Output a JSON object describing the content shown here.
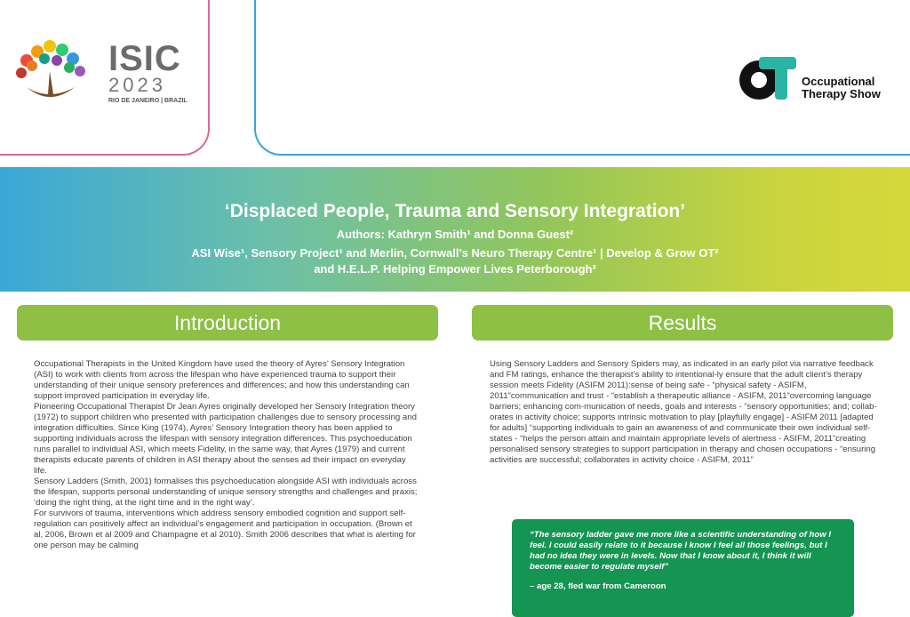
{
  "logos": {
    "isic_title": "ISIC",
    "isic_year": "2023",
    "isic_city": "RIO DE JANEIRO | BRAZIL",
    "ot_line1": "Occupational",
    "ot_line2": "Therapy Show"
  },
  "banner": {
    "title": "‘Displaced People, Trauma and Sensory Integration’",
    "authors": "Authors: Kathryn Smith¹ and Donna Guest²",
    "affiliation_line1": "ASI Wise¹, Sensory Project¹ and Merlin, Cornwall’s Neuro Therapy Centre¹ | Develop & Grow OT²",
    "affiliation_line2": "and H.E.L.P. Helping Empower Lives Peterborough²"
  },
  "introduction": {
    "heading": "Introduction",
    "paragraphs": [
      "Occupational Therapists in the United Kingdom have used the theory of Ayres’ Sensory Integration (ASI) to work with clients from across the lifespan who have experienced trauma to support their understanding of their unique sensory preferences and differences; and how this understanding can support improved participation in everyday life.",
      "Pioneering Occupational Therapist Dr Jean Ayres originally developed her Sensory Integration theory (1972) to support children who presented with participation challenges due to sensory processing and integration difficulties. Since King (1974), Ayres’ Sensory Integration theory has been applied to supporting individuals across the lifespan with sensory integration differences. This psychoeducation runs parallel to individual ASI, which meets Fidelity, in the same way, that Ayres (1979) and current therapists educate parents of children in ASI therapy about the senses ad their impact on everyday life.",
      "Sensory Ladders (Smith, 2001) formalises this psychoeducation alongside ASI with individuals across the lifespan, supports personal understanding of unique sensory strengths and challenges and praxis; ‘doing the right thing, at the right time and in the right way’.",
      "For survivors of trauma, interventions which address sensory embodied cognition and support self-regulation can positively affect an individual’s engagement and participation in occupation. (Brown et al, 2006, Brown et al 2009 and Champagne et al 2010). Smith 2006 describes that what is alerting for one person may be calming"
    ]
  },
  "results": {
    "heading": "Results",
    "paragraph": "Using Sensory Ladders and Sensory Spiders may, as indicated in an early pilot via narrative feedback and FM ratings, enhance the therapist’s ability to intentional-ly ensure that the adult client’s therapy session meets Fidelity (ASIFM 2011):sense of being safe - “physical safety - ASIFM, 2011”communication and trust - “establish a therapeutic alliance - ASIFM, 2011”overcoming language barriers; enhancing com-munication of needs, goals and interests - “sensory opportunities; and; collab-orates in activity choice; supports intrinsic motivation to play [playfully engage] - ASIFM 2011 [adapted for adults] “supporting individuals to gain an awareness of and communicate their own individual self-states - “helps the person attain and maintain appropriate levels of alertness - ASIFM, 2011”creating personalised sensory strategies to support participation in therapy and chosen occupations - “ensuring activities are successful; collaborates in activity choice - ASIFM, 2011”",
    "quote": "“The sensory ladder gave me more like a scientific understanding of how I feel. I could easily relate to it because I know I feel all those feelings, but I had no idea they were in levels. Now that I know about it, I think it will become easier to regulate myself”",
    "quote_attribution": "– age 28, fled war from Cameroon"
  },
  "colors": {
    "section_header": "#8dc045",
    "quote_box": "#149552",
    "left_frame": "#d46a9e",
    "right_frame": "#3fa2d9"
  }
}
